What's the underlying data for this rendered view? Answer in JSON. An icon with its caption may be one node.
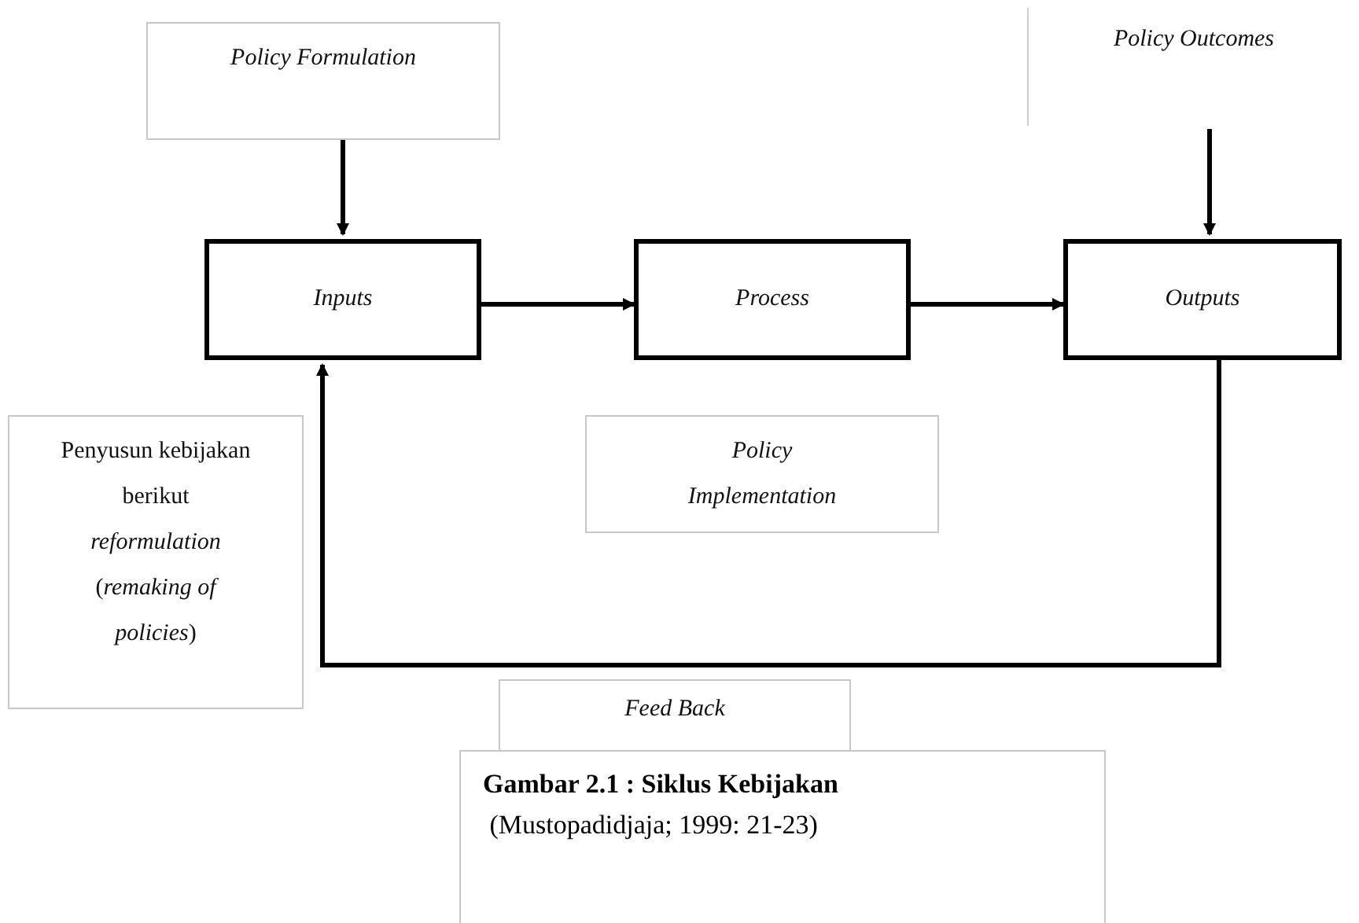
{
  "diagram": {
    "caption": "**Gambar 2.1 : Siklus Kebijakan** (Mustopadidjaja; 1999: 21-23)",
    "nodes": [
      {
        "text": [
          "Policy Formulation"
        ]
      },
      {
        "text": [
          "Policy Outcomes"
        ]
      },
      {
        "text": [
          "Inputs"
        ]
      },
      {
        "text": [
          "Process"
        ]
      },
      {
        "text": [
          "Outputs"
        ]
      },
      {
        "text": [
          "Penyusun kebijakan berikut *reformulation* (*remaking of policies*)"
        ]
      },
      {
        "text": [
          "Policy Implementation"
        ]
      },
      {
        "text": [
          "Feed Back"
        ]
      }
    ],
    "edges": [
      {
        "from": 0,
        "to": 2,
        "arrow": "to"
      },
      {
        "from": 1,
        "to": 4,
        "arrow": "to"
      },
      {
        "from": 2,
        "to": 3,
        "arrow": "to"
      },
      {
        "from": 3,
        "to": 4,
        "arrow": "to"
      },
      {
        "from": 4,
        "to": 2,
        "arrow": "to"
      }
    ]
  }
}
